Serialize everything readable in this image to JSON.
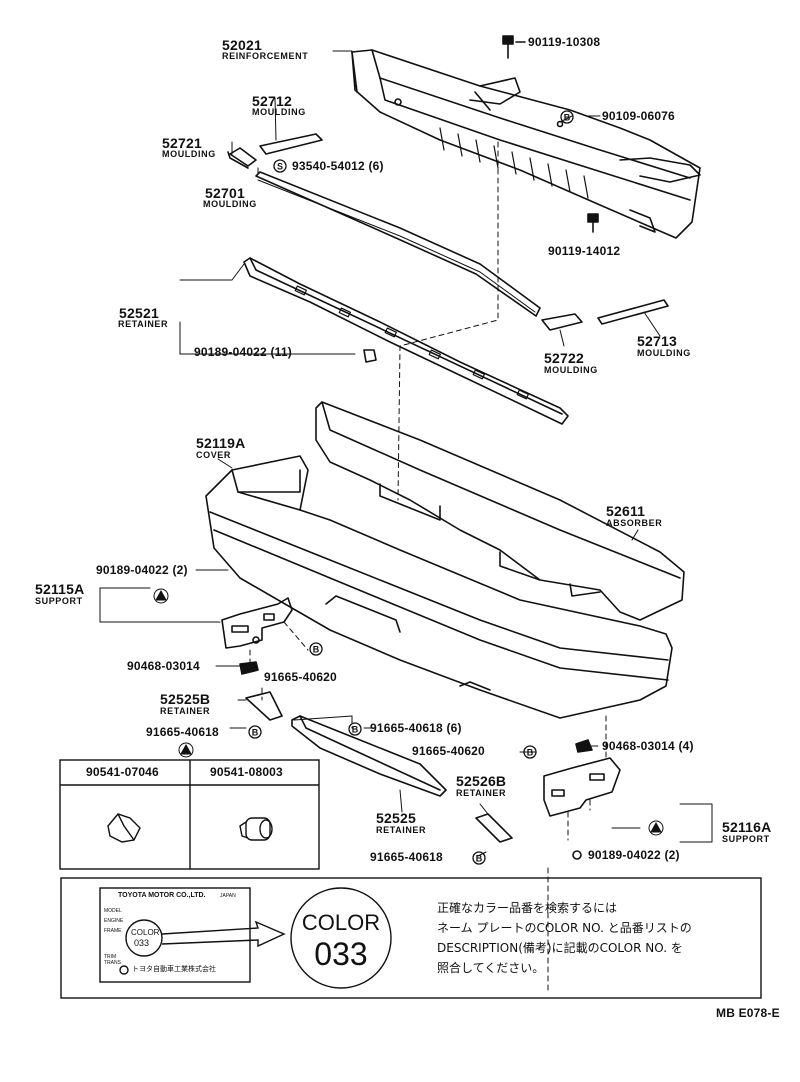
{
  "labels": {
    "p52021": "52021",
    "c52021": "REINFORCEMENT",
    "p90119_10308": "90119-10308",
    "p52712": "52712",
    "c52712": "MOULDING",
    "p90109": "90109-06076",
    "p52721": "52721",
    "c52721": "MOULDING",
    "p93540": "93540-54012 (6)",
    "p52701": "52701",
    "c52701": "MOULDING",
    "p90119_14012": "90119-14012",
    "p52521": "52521",
    "c52521": "RETAINER",
    "p90189_a": "90189-04022 (11)",
    "p52722": "52722",
    "c52722": "MOULDING",
    "p52713": "52713",
    "c52713": "MOULDING",
    "p52119a": "52119A",
    "c52119a": "COVER",
    "p52611": "52611",
    "c52611": "ABSORBER",
    "p90189_b": "90189-04022 (2)",
    "p52115a": "52115A",
    "c52115a": "SUPPORT",
    "p90468_a": "90468-03014",
    "p91665_a": "91665-40620",
    "p52525b": "52525B",
    "c52525b": "RETAINER",
    "p91665_b": "91665-40618",
    "p91665_c": "91665-40618 (6)",
    "p91665_d": "91665-40620",
    "p90468_b": "90468-03014 (4)",
    "p52526b": "52526B",
    "c52526b": "RETAINER",
    "p52525": "52525",
    "c52525": "RETAINER",
    "p52116a": "52116A",
    "c52116a": "SUPPORT",
    "p91665_e": "91665-40618",
    "p90189_c": "90189-04022 (2)"
  },
  "fastener_table": {
    "col1": "90541-07046",
    "col2": "90541-08003"
  },
  "color_note": {
    "plate_maker": "TOYOTA MOTOR CO.,LTD.",
    "plate_country": "JAPAN",
    "plate_color_word": "COLOR",
    "plate_color_code": "033",
    "plate_footer": "トヨタ自動車工業株式会社",
    "big_color_word": "COLOR",
    "big_color_code": "033",
    "text_lines": [
      "正確なカラー品番を検索するには",
      "ネーム プレートのCOLOR NO. と品番リストの",
      "DESCRIPTION(備考)に記載のCOLOR NO. を",
      "照合してください。"
    ]
  },
  "footer_code": "MB E078-E",
  "symbols": {
    "b": "B",
    "s": "S"
  }
}
